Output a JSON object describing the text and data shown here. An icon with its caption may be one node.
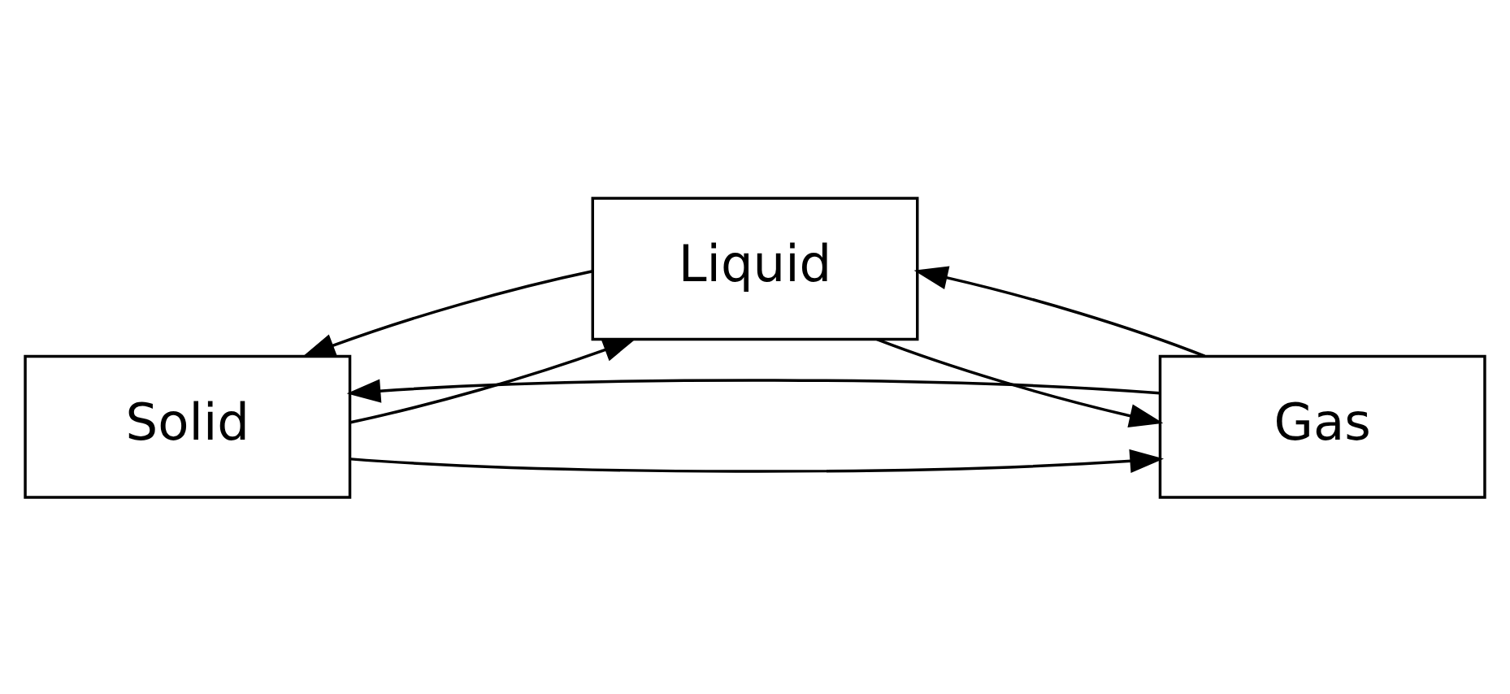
{
  "diagram": {
    "nodes": [
      {
        "text": [
          "Solid"
        ]
      },
      {
        "text": [
          "Liquid"
        ]
      },
      {
        "text": [
          "Gas"
        ]
      }
    ],
    "edges": [
      {
        "from": 0,
        "to": 2,
        "arrow": "to"
      },
      {
        "from": 0,
        "to": 1,
        "arrow": "to"
      },
      {
        "from": 1,
        "to": 2,
        "arrow": "to"
      },
      {
        "from": 2,
        "to": 1,
        "arrow": "to"
      },
      {
        "from": 1,
        "to": 0,
        "arrow": "to"
      },
      {
        "from": 2,
        "to": 0,
        "arrow": "to"
      }
    ]
  }
}
